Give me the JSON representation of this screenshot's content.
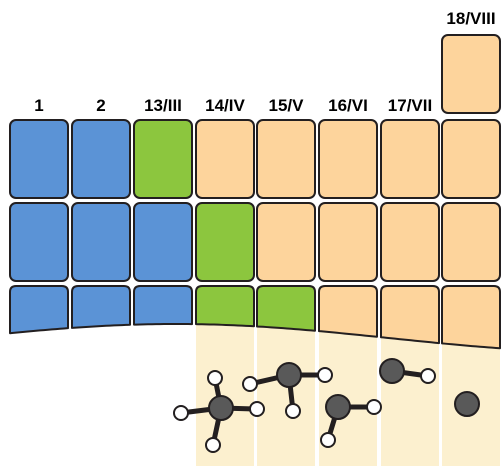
{
  "group_labels": [
    "1",
    "2",
    "13/III",
    "14/IV",
    "15/V",
    "16/VI",
    "17/VII",
    "18/VIII"
  ],
  "colors": {
    "blue": "#5b93d6",
    "green": "#8cc63e",
    "peach": "#fdd49c",
    "cream": "#fcf0cf",
    "outline": "#231f20",
    "atom_dark": "#595959",
    "atom_light": "#ffffff"
  },
  "cell_colors": [
    [
      "blue",
      "blue",
      "green",
      "peach",
      "peach",
      "peach",
      "peach",
      "peach"
    ],
    [
      "blue",
      "blue",
      "blue",
      "green",
      "peach",
      "peach",
      "peach",
      "peach"
    ],
    [
      "blue",
      "blue",
      "blue",
      "green",
      "green",
      "peach",
      "peach",
      "peach"
    ]
  ],
  "molecules": [
    {
      "name": "methane",
      "group": "14/IV"
    },
    {
      "name": "ammonia",
      "group": "15/V"
    },
    {
      "name": "water",
      "group": "16/VI"
    },
    {
      "name": "hydrogen-halide",
      "group": "17/VII"
    },
    {
      "name": "noble-gas-atom",
      "group": "18/VIII"
    }
  ]
}
